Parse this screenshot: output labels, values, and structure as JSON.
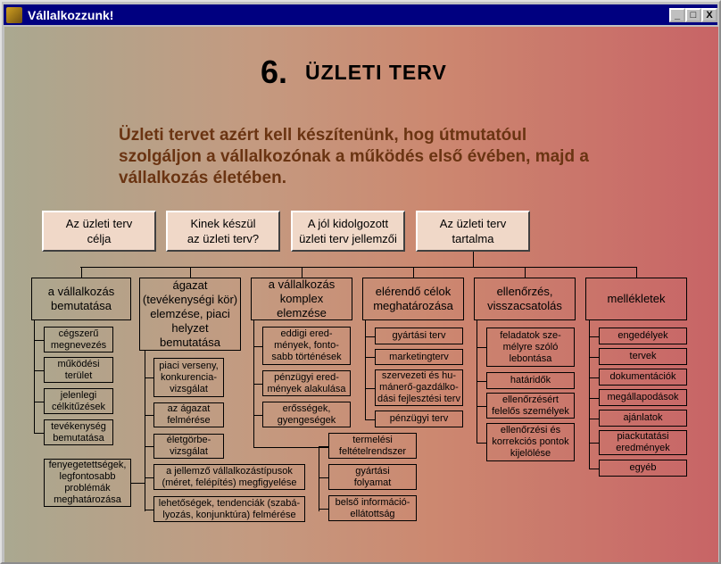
{
  "window": {
    "title": "Vállalkozzunk!",
    "minimize": "_",
    "maximize": "□",
    "close": "X"
  },
  "heading": {
    "number": "6.",
    "title": "ÜZLETI TERV"
  },
  "intro": "Üzleti tervet azért kell készítenünk, hog útmutatóul szolgáljon a vállalkozónak a működés első évében, majd a vállalkozás életében.",
  "top_buttons": [
    "Az üzleti terv\ncélja",
    "Kinek készül\naz üzleti terv?",
    "A jól kidolgozott\nüzleti terv jellemzői",
    "Az üzleti terv\ntartalma"
  ],
  "categories": [
    {
      "label": "a vállalkozás\nbemutatása",
      "items": [
        "cégszerű\nmegnevezés",
        "működési\nterület",
        "jelenlegi\ncélkitűzések",
        "tevékenység\nbemutatása"
      ]
    },
    {
      "label": "ágazat\n(tevékenységi kör)\nelemzése, piaci\nhelyzet\nbemutatása",
      "items": [
        "piaci verseny,\nkonkurencia-\nvizsgálat",
        "az ágazat\nfelmérése",
        "életgörbe-\nvizsgálat",
        "a jellemző vállalkozástípusok\n(méret, felépítés) megfigyelése",
        "lehetőségek, tendenciák (szabá-\nlyozás, konjunktúra) felmérése",
        "fenyegetettségek,\nlegfontosabb\nproblémák\nmeghatározása"
      ]
    },
    {
      "label": "a vállalkozás\nkomplex\nelemzése",
      "items": [
        "eddigi ered-\nmények, fonto-\nsabb történések",
        "pénzügyi ered-\nmények alakulása",
        "erősségek,\ngyengeségek",
        "termelési\nfeltételrendszer",
        "gyártási\nfolyamat",
        "belső információ-\nellátottság"
      ]
    },
    {
      "label": "elérendő célok\nmeghatározása",
      "items": [
        "gyártási terv",
        "marketingterv",
        "szervezeti és hu-\nmánerő-gazdálko-\ndási fejlesztési terv",
        "pénzügyi terv"
      ]
    },
    {
      "label": "ellenőrzés,\nvisszacsatolás",
      "items": [
        "feladatok sze-\nmélyre szóló\nlebontása",
        "határidők",
        "ellenőrzésért\nfelelős személyek",
        "ellenőrzési és\nkorrekciós pontok\nkijelölése"
      ]
    },
    {
      "label": "mellékletek",
      "items": [
        "engedélyek",
        "tervek",
        "dokumentációk",
        "megállapodások",
        "ajánlatok",
        "piackutatási\neredmények",
        "egyéb"
      ]
    }
  ]
}
